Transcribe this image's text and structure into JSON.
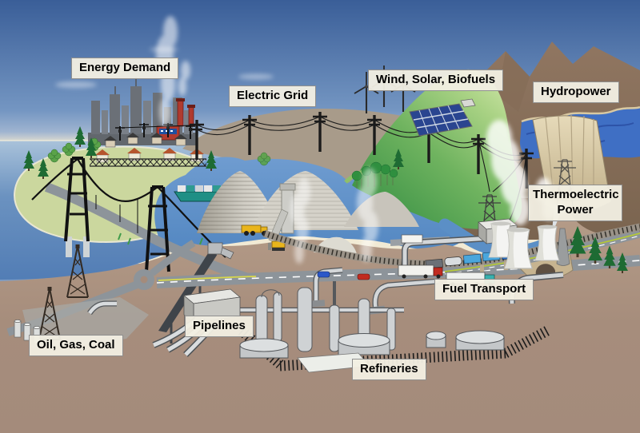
{
  "scene": {
    "title": "Energy system overview illustration",
    "labels": {
      "energy_demand": "Energy Demand",
      "electric_grid": "Electric Grid",
      "wind_solar_biofuels": "Wind, Solar, Biofuels",
      "hydropower": "Hydropower",
      "thermoelectric_power": "Thermoelectric Power",
      "fuel_transport": "Fuel Transport",
      "pipelines": "Pipelines",
      "oil_gas_coal": "Oil, Gas, Coal",
      "refineries": "Refineries"
    },
    "palette": {
      "sky_top": "#3a5e98",
      "horizon_cream": "#f1ead4",
      "sea_blue": "#5e87ba",
      "lake_blue": "#5b8fc6",
      "peninsula_green": "#cbd79e",
      "hill_green": "#4f9c4a",
      "terrain_tan": "#a89b8a",
      "foreground_brown": "#a48b7b",
      "mountain_brown": "#8a7160",
      "dam_tan": "#d9cba9",
      "label_bg": "#f2efe3",
      "label_border": "#8f8f8f"
    }
  }
}
